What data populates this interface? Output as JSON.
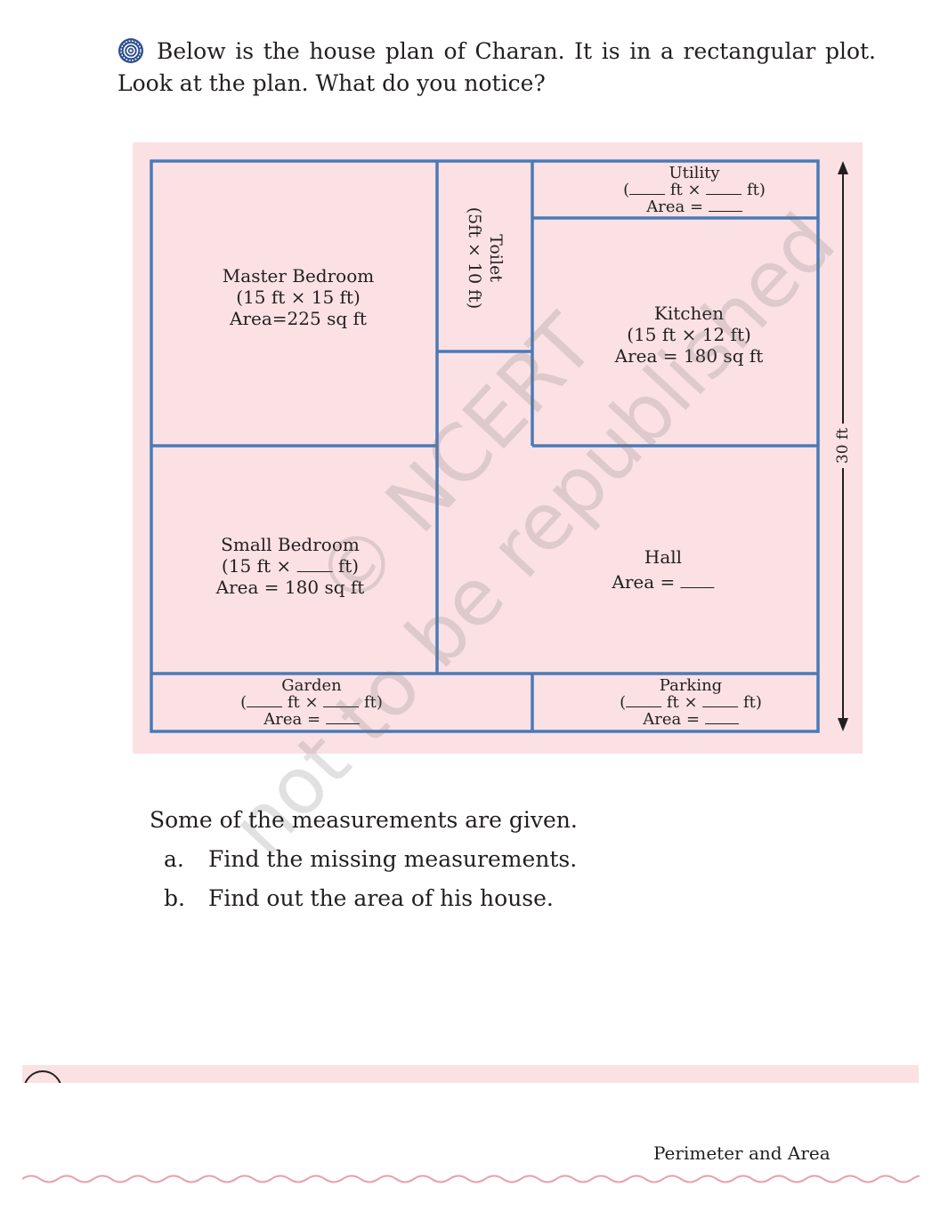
{
  "intro": {
    "text": "Below is the house plan of Charan. It is in a rectangular plot. Look at the plan. What do you notice?"
  },
  "plan": {
    "master_bedroom": {
      "name": "Master Bedroom",
      "dims": "(15 ft × 15 ft)",
      "area": "Area=225 sq ft"
    },
    "toilet": {
      "name": "Toilet",
      "dims": "(5ft × 10 ft)"
    },
    "utility": {
      "name": "Utility",
      "dims_open": "(",
      "dims_mid": " ft × ",
      "dims_close": " ft)",
      "area_label": "Area = "
    },
    "kitchen": {
      "name": "Kitchen",
      "dims": "(15 ft × 12 ft)",
      "area": "Area = 180 sq ft"
    },
    "small_bedroom": {
      "name": "Small Bedroom",
      "dims_open": "(15 ft × ",
      "dims_close": " ft)",
      "area": "Area = 180 sq ft"
    },
    "hall": {
      "name": "Hall",
      "area_label": "Area = "
    },
    "garden": {
      "name": "Garden",
      "dims_open": "(",
      "dims_mid": " ft × ",
      "dims_close": " ft)",
      "area_label": "Area = "
    },
    "parking": {
      "name": "Parking",
      "dims_open": "(",
      "dims_mid": " ft × ",
      "dims_close": " ft)",
      "area_label": "Area = "
    },
    "height_dimension": "30 ft"
  },
  "watermark": {
    "line1": "© NCERT",
    "line2": "not to be republished"
  },
  "questions": {
    "lead": "Some of the measurements are given.",
    "items": [
      {
        "letter": "a.",
        "text": "Find the missing measurements."
      },
      {
        "letter": "b.",
        "text": "Find out the area of his house."
      }
    ]
  },
  "footer": {
    "chapter": "Perimeter and Area"
  },
  "colors": {
    "wall": "#4a7ab8",
    "plan_background": "#fbe1e4",
    "accent": "#e8a0ac"
  }
}
